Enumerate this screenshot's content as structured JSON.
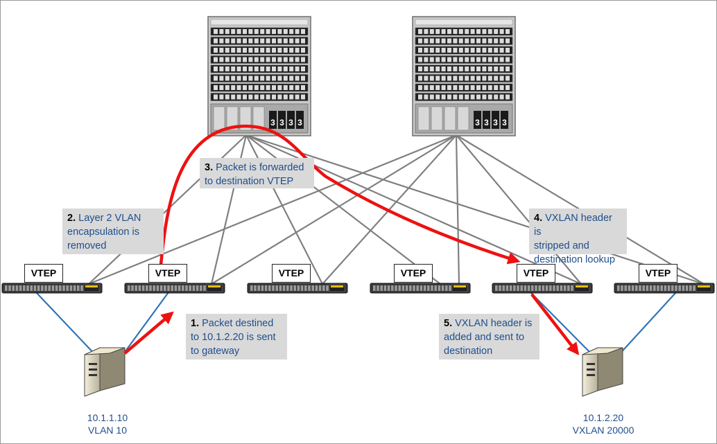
{
  "callouts": [
    {
      "step": "1.",
      "text": "Packet destined\nto 10.1.2.20 is sent\nto gateway"
    },
    {
      "step": "2.",
      "text": "Layer 2 VLAN\nencapsulation is\nremoved"
    },
    {
      "step": "3.",
      "text": "Packet is forwarded\nto destination VTEP"
    },
    {
      "step": "4.",
      "text": "VXLAN header is\nstripped and\ndestination lookup"
    },
    {
      "step": "5.",
      "text": "VXLAN header is\nadded and sent to\ndestination"
    }
  ],
  "vteps": [
    {
      "label": "VTEP"
    },
    {
      "label": "VTEP"
    },
    {
      "label": "VTEP"
    },
    {
      "label": "VTEP"
    },
    {
      "label": "VTEP"
    },
    {
      "label": "VTEP"
    }
  ],
  "hosts": [
    {
      "ip": "10.1.1.10",
      "segment": "VLAN 10"
    },
    {
      "ip": "10.1.2.20",
      "segment": "VXLAN 20000"
    }
  ],
  "spine_psu_digits": [
    "3",
    "3",
    "3",
    "3"
  ],
  "colors": {
    "path": "#ee1111",
    "host_link": "#2e75b6",
    "fabric_link": "#7f7f7f",
    "callout_bg": "#d9d9d9",
    "callout_text": "#1f4e8c"
  }
}
